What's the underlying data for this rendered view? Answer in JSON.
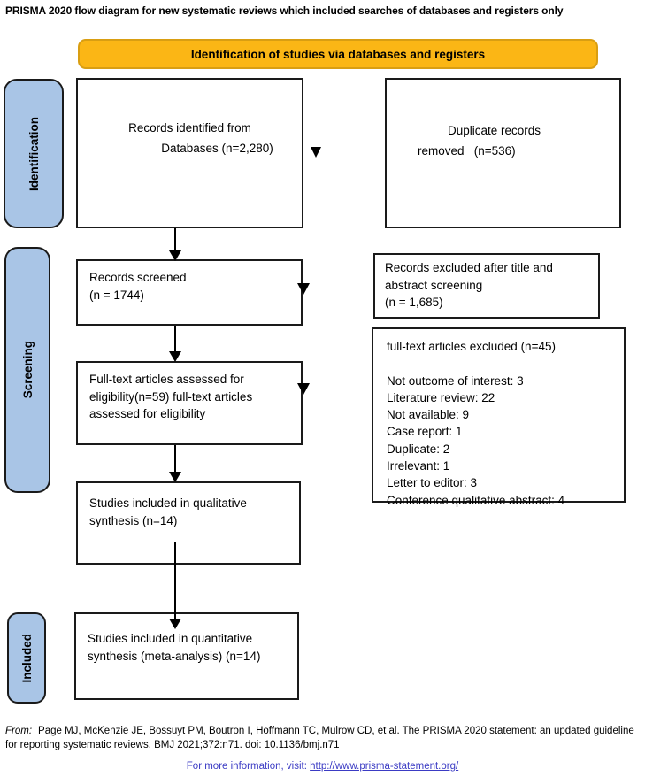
{
  "title": "PRISMA 2020 flow diagram for new systematic reviews which included searches of databases and registers only",
  "banner": {
    "label": "Identification of studies via databases and registers"
  },
  "stages": {
    "identification": "Identification",
    "screening": "Screening",
    "included": "Included"
  },
  "boxes": {
    "records_identified": {
      "line1": "Records identified from",
      "line2": "Databases (n=2,280)"
    },
    "duplicates_removed": {
      "line1": "Duplicate records",
      "line2": "removed   (n=536)"
    },
    "records_screened": {
      "line1": "Records screened",
      "line2": "(n = 1744)"
    },
    "records_excluded": {
      "text": "Records excluded after title and abstract screening",
      "count": "(n = 1,685)"
    },
    "fulltext_assessed": {
      "text": "Full-text articles assessed for eligibility(n=59) full-text articles assessed for eligibility"
    },
    "fulltext_excluded": {
      "title": "full-text articles excluded (n=45)",
      "reasons": [
        "Not outcome of interest: 3",
        "Literature review: 22",
        "Not available: 9",
        "Case report: 1",
        "Duplicate: 2",
        "Irrelevant: 1",
        "Letter to editor: 3",
        "Conference qualitative abstract: 4"
      ]
    },
    "qualitative_synthesis": {
      "text": "Studies included in qualitative synthesis (n=14)"
    },
    "quantitative_synthesis": {
      "text": "Studies included in quantitative synthesis (meta-analysis) (n=14)"
    }
  },
  "footer": {
    "from_label": "From:",
    "citation": "Page MJ, McKenzie JE, Bossuyt PM, Boutron I, Hoffmann TC, Mulrow CD, et al. The PRISMA 2020 statement: an updated guideline for reporting systematic reviews. BMJ 2021;372:n71. doi: 10.1136/bmj.n71",
    "info_prefix": "For more information, visit: ",
    "info_link": "http://www.prisma-statement.org/"
  },
  "colors": {
    "banner_bg": "#FBB615",
    "banner_border": "#D99E12",
    "stage_bg": "#A9C5E6",
    "link_text": "#3B3BC4"
  }
}
